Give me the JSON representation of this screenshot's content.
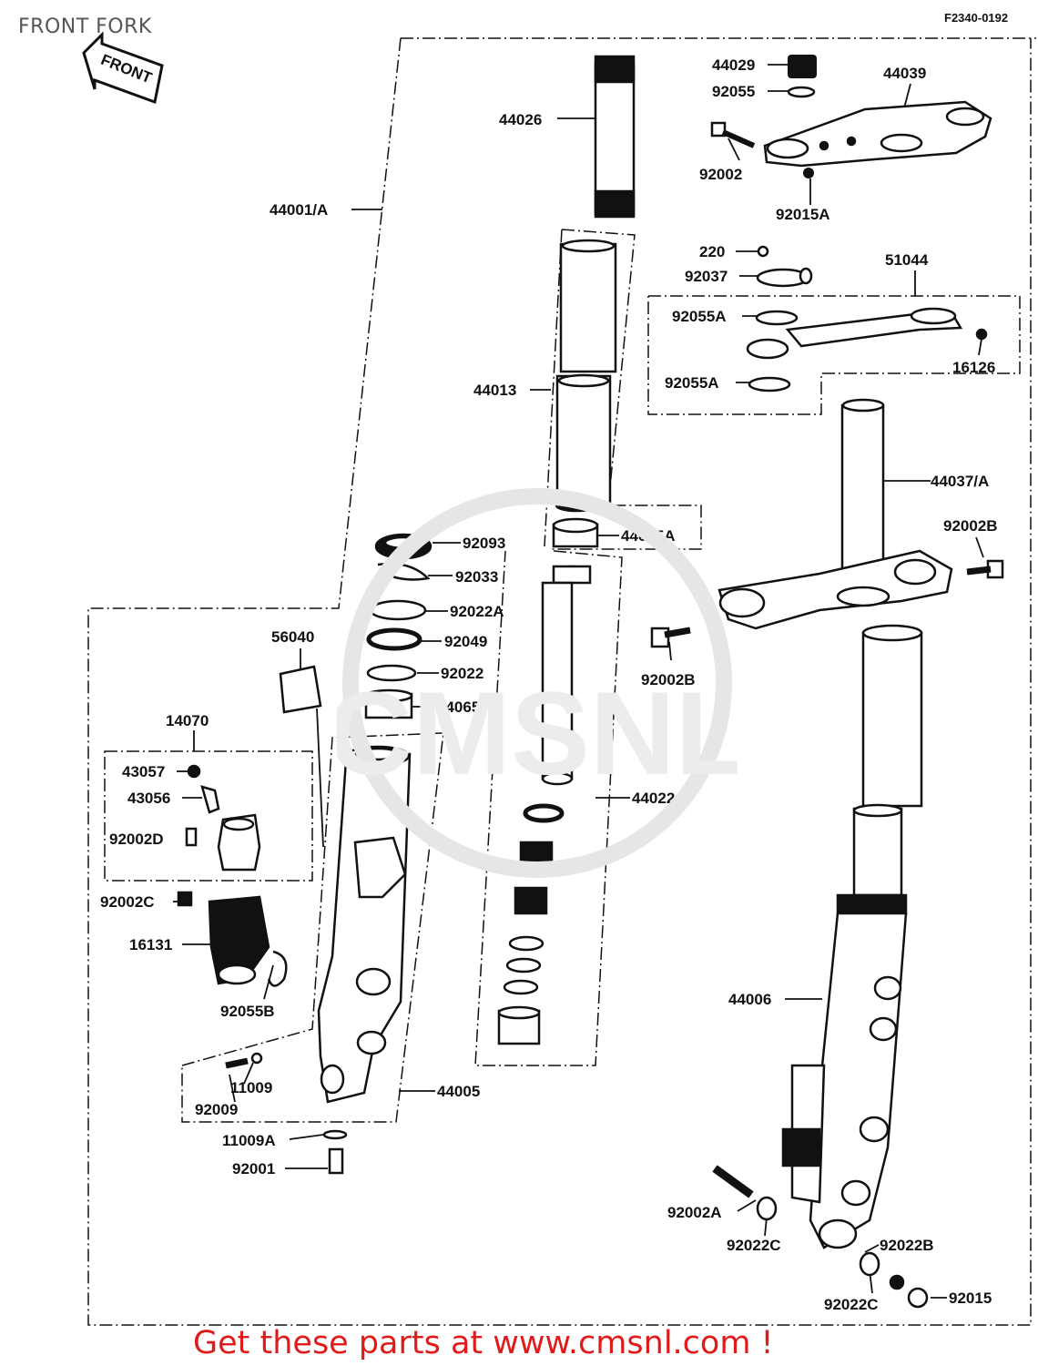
{
  "title": "FRONT FORK",
  "diagram_code": "F2340-0192",
  "front_arrow": "FRONT",
  "footer_text": "Get these parts at www.cmsnl.com !",
  "watermark": "CMSNL",
  "labels": {
    "p44001A": "44001/A",
    "p44026": "44026",
    "p44029": "44029",
    "p92055": "92055",
    "p44039": "44039",
    "p92002": "92002",
    "p92015A": "92015A",
    "p220": "220",
    "p92037": "92037",
    "p51044": "51044",
    "p92055A_1": "92055A",
    "p16126": "16126",
    "p92055A_2": "92055A",
    "p44013": "44013",
    "p44037A": "44037/A",
    "p92002B_1": "92002B",
    "p44065A": "44065A",
    "p92093": "92093",
    "p92033": "92033",
    "p92022A": "92022A",
    "p92049": "92049",
    "p92022": "92022",
    "p44065": "44065",
    "p56040": "56040",
    "p92002B_2": "92002B",
    "p14070": "14070",
    "p43057": "43057",
    "p43056": "43056",
    "p92002D": "92002D",
    "p44022": "44022",
    "p92002C": "92002C",
    "p16131": "16131",
    "p92055B": "92055B",
    "p44006": "44006",
    "p11009": "11009",
    "p92009": "92009",
    "p44005": "44005",
    "p11009A": "11009A",
    "p92001": "92001",
    "p92002A": "92002A",
    "p92022C_1": "92022C",
    "p92022B": "92022B",
    "p92022C_2": "92022C",
    "p92015": "92015"
  }
}
